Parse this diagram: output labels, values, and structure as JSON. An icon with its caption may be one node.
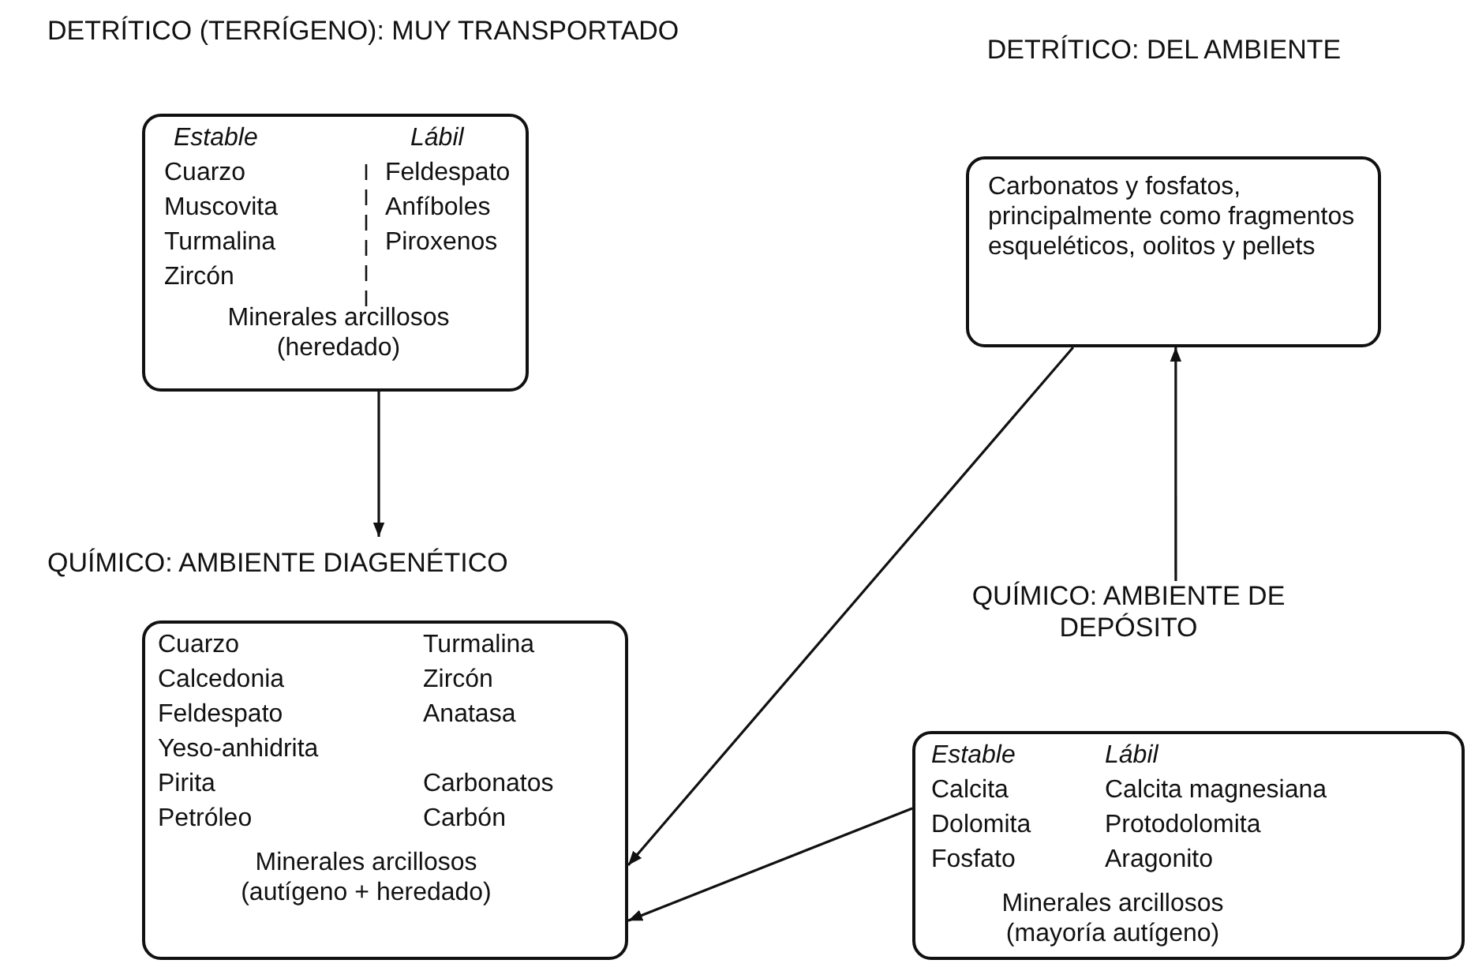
{
  "diagram": {
    "nodes": [
      {
        "text": [
          "DETRÍTICO (TERRÍGENO): MUY TRANSPORTADO",
          "Estable",
          "Lábil",
          "Cuarzo",
          "Feldespato",
          "Muscovita",
          "Anfíboles",
          "Turmalina",
          "Piroxenos",
          "Zircón",
          "Minerales arcillosos (heredado)"
        ]
      },
      {
        "text": [
          "DETRÍTICO: DEL AMBIENTE",
          "Carbonatos y fosfatos, principalmente como fragmentos esqueléticos, oolitos y pellets"
        ]
      },
      {
        "text": [
          "QUÍMICO: AMBIENTE DIAGENÉTICO",
          "Cuarzo",
          "Turmalina",
          "Calcedonia",
          "Zircón",
          "Feldespato",
          "Anatasa",
          "Yeso-anhidrita",
          "Pirita",
          "Carbonatos",
          "Petróleo",
          "Carbón",
          "Minerales arcillosos (autígeno + heredado)"
        ]
      },
      {
        "text": [
          "QUÍMICO: AMBIENTE DE DEPÓSITO",
          "Estable",
          "Lábil",
          "Calcita",
          "Calcita magnesiana",
          "Dolomita",
          "Protodolomita",
          "Fosfato",
          "Aragonito",
          "Minerales arcillosos (mayoría autígeno)"
        ]
      }
    ],
    "edges": [
      {
        "from": 0,
        "to": 2,
        "arrow": "to"
      },
      {
        "from": 1,
        "to": 2,
        "arrow": "to"
      },
      {
        "from": 3,
        "to": 2,
        "arrow": "to"
      },
      {
        "from": 3,
        "to": 1,
        "arrow": "to"
      }
    ]
  }
}
